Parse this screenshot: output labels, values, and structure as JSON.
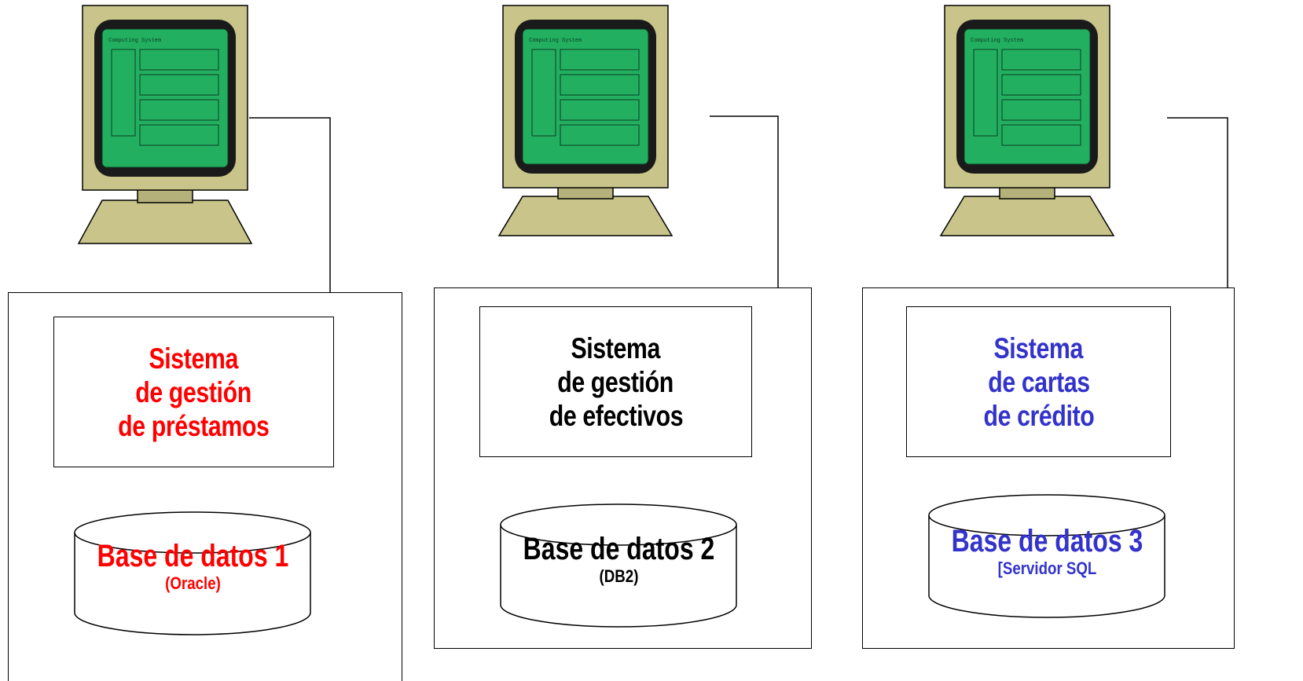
{
  "colors": {
    "red": "#ff0000",
    "black": "#000000",
    "blue": "#3333cc",
    "screen": "#22b060",
    "bezel": "#1a1a1a",
    "case": "#c9c58a"
  },
  "terminal": {
    "screen_text": "Computing System"
  },
  "units": [
    {
      "app": {
        "line1": "Sistema",
        "line2": "de gestión",
        "line3": "de préstamos"
      },
      "db": {
        "name": "Base de datos 1",
        "engine": "(Oracle)"
      },
      "color_key": "red"
    },
    {
      "app": {
        "line1": "Sistema",
        "line2": "de gestión",
        "line3": "de efectivos"
      },
      "db": {
        "name": "Base de datos 2",
        "engine": "(DB2)"
      },
      "color_key": "black"
    },
    {
      "app": {
        "line1": "Sistema",
        "line2": "de cartas",
        "line3": "de crédito"
      },
      "db": {
        "name": "Base de datos 3",
        "engine": "[Servidor SQL"
      },
      "color_key": "blue"
    }
  ]
}
